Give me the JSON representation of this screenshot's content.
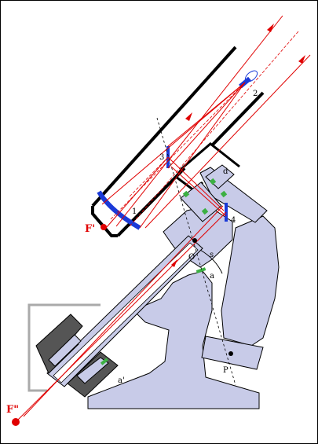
{
  "labels": {
    "mirror_1": "1",
    "mirror_2": "2",
    "mirror_3": "3",
    "mirror_4": "4",
    "part_d": "d",
    "pivot_O": "O",
    "part_s": "s",
    "part_a": "a",
    "part_a_prime": "a'",
    "pivot_P": "P",
    "focus_F_prime": "F'",
    "focus_F_double_prime": "F\""
  },
  "colors": {
    "ray": "#e00000",
    "mirror": "#1a3ad8",
    "mount": "#c8cbe8",
    "bearing": "#3cb043"
  }
}
